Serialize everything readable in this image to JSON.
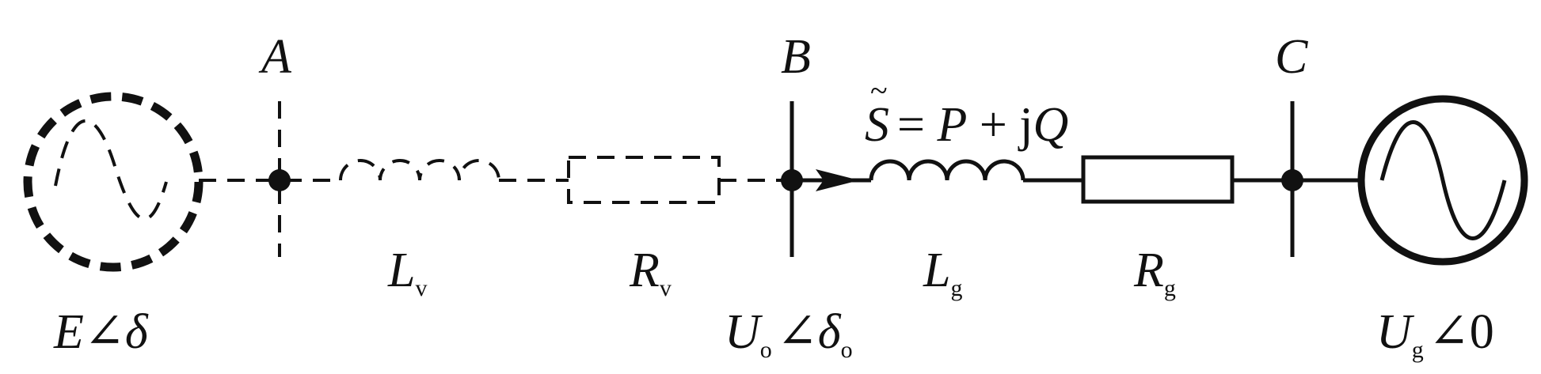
{
  "nodes": {
    "a": "A",
    "b": "B",
    "c": "C"
  },
  "source_virtual": {
    "E": "E",
    "angle": "∠",
    "delta": "δ"
  },
  "source_grid": {
    "U": "U",
    "sub": "g",
    "rest": "∠0"
  },
  "bus_b_voltage": {
    "U": "U",
    "sub1": "o",
    "angle": "∠",
    "delta": "δ",
    "sub2": "o"
  },
  "power_flow": {
    "S": "S",
    "eq": "= ",
    "P": "P",
    "plus": " + j",
    "Q": "Q"
  },
  "components": {
    "Lv": {
      "sym": "L",
      "sub": "v"
    },
    "Rv": {
      "sym": "R",
      "sub": "v"
    },
    "Lg": {
      "sym": "L",
      "sub": "g"
    },
    "Rg": {
      "sym": "R",
      "sub": "g"
    }
  }
}
